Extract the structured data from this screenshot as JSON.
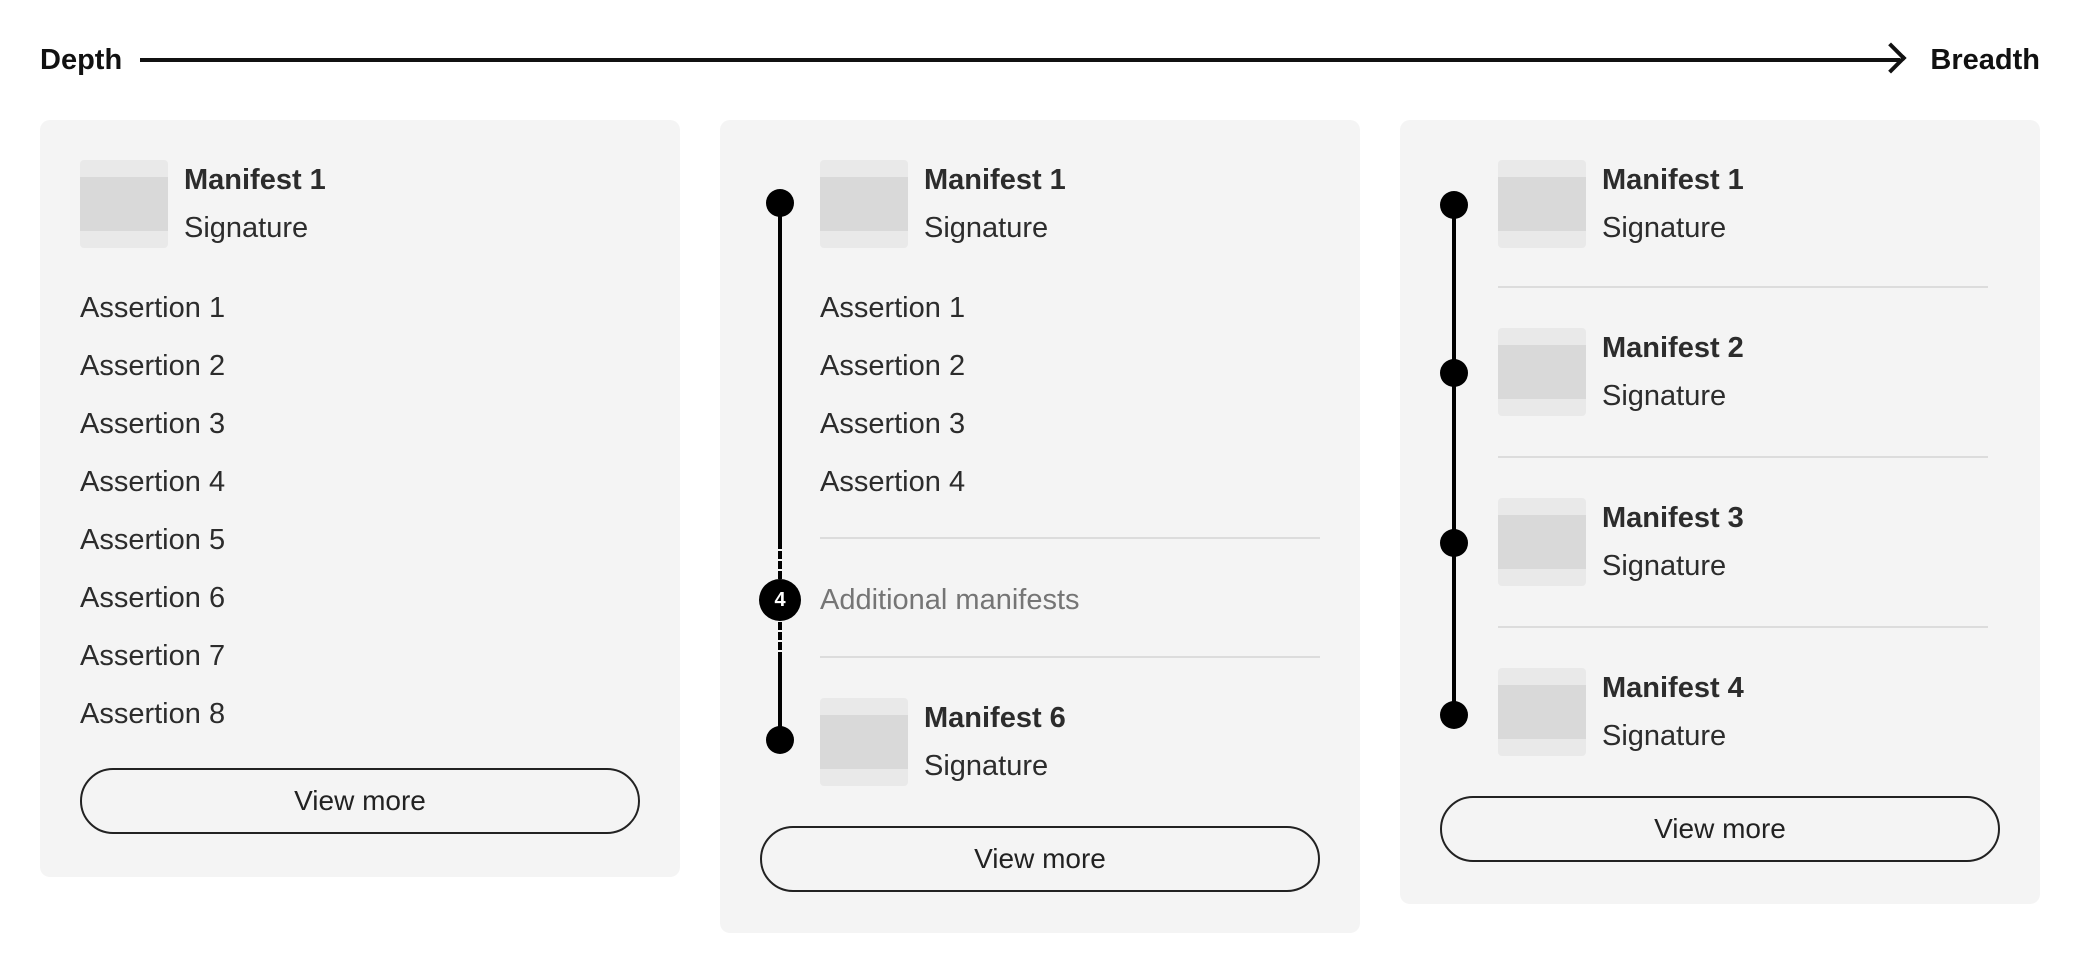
{
  "axis": {
    "left_label": "Depth",
    "right_label": "Breadth"
  },
  "panel_depth": {
    "manifest": {
      "title": "Manifest 1",
      "subtitle": "Signature"
    },
    "assertions": [
      "Assertion 1",
      "Assertion 2",
      "Assertion 3",
      "Assertion 4",
      "Assertion 5",
      "Assertion 6",
      "Assertion 7",
      "Assertion 8"
    ],
    "button_label": "View more"
  },
  "panel_mixed": {
    "top_manifest": {
      "title": "Manifest 1",
      "subtitle": "Signature"
    },
    "assertions": [
      "Assertion 1",
      "Assertion 2",
      "Assertion 3",
      "Assertion 4"
    ],
    "additional_count": "4",
    "additional_label": "Additional manifests",
    "bottom_manifest": {
      "title": "Manifest 6",
      "subtitle": "Signature"
    },
    "button_label": "View more"
  },
  "panel_breadth": {
    "manifests": [
      {
        "title": "Manifest 1",
        "subtitle": "Signature"
      },
      {
        "title": "Manifest 2",
        "subtitle": "Signature"
      },
      {
        "title": "Manifest 3",
        "subtitle": "Signature"
      },
      {
        "title": "Manifest 4",
        "subtitle": "Signature"
      }
    ],
    "button_label": "View more"
  },
  "colors": {
    "panel_bg": "#f4f4f4",
    "thumb": "#d9d9d9",
    "line": "#000000",
    "muted_text": "#757575"
  }
}
